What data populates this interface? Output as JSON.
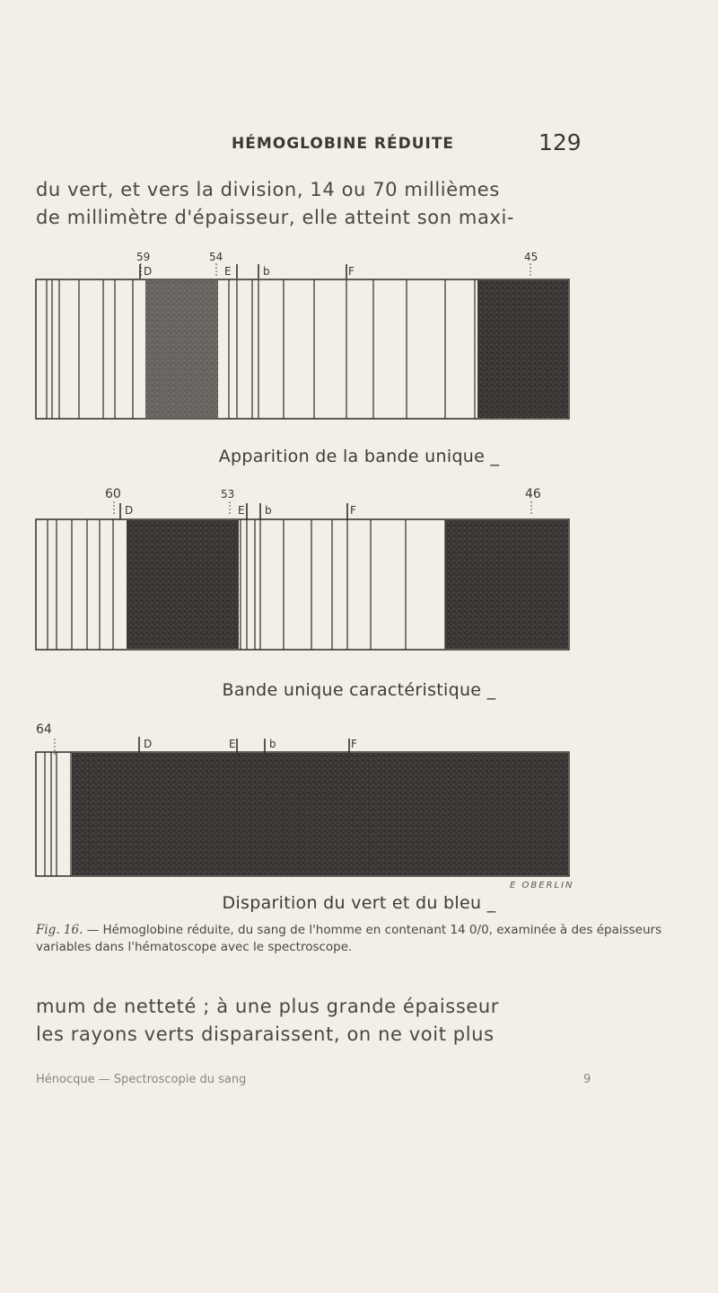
{
  "header": {
    "title": "HÉMOGLOBINE RÉDUITE",
    "page_number": "129"
  },
  "text_top": [
    "du vert, et vers la division, 14 ou 70 millièmes",
    "de millimètre d'épaisseur, elle atteint son maxi-"
  ],
  "figures": [
    {
      "numbers": [
        "59",
        "54",
        "45"
      ],
      "letters": [
        "D",
        "E",
        "b",
        "F"
      ],
      "caption": "Apparition de la bande unique _"
    },
    {
      "numbers": [
        "60",
        "53",
        "46"
      ],
      "letters": [
        "D",
        "E",
        "b",
        "F"
      ],
      "caption": "Bande unique caractéristique _"
    },
    {
      "numbers": [
        "64"
      ],
      "letters": [
        "D",
        "E",
        "b",
        "F"
      ],
      "caption": "Disparition du vert et du bleu _",
      "signature": "E  OBERLIN"
    }
  ],
  "figure_caption": {
    "label": "Fig. 16.",
    "text": "— Hémoglobine réduite, du sang de l'homme en contenant 14 0/0, examinée à des épaisseurs variables dans l'hématoscope avec le spectroscope."
  },
  "text_bottom": [
    "mum de netteté ; à une plus grande épaisseur",
    "les rayons verts disparaissent, on ne voit plus"
  ],
  "footer": {
    "left": "Hénocque — Spectroscopie du sang",
    "right": "9"
  },
  "colors": {
    "paper": "#f3efe6",
    "ink": "#3a3632",
    "band": "#2a2725"
  }
}
